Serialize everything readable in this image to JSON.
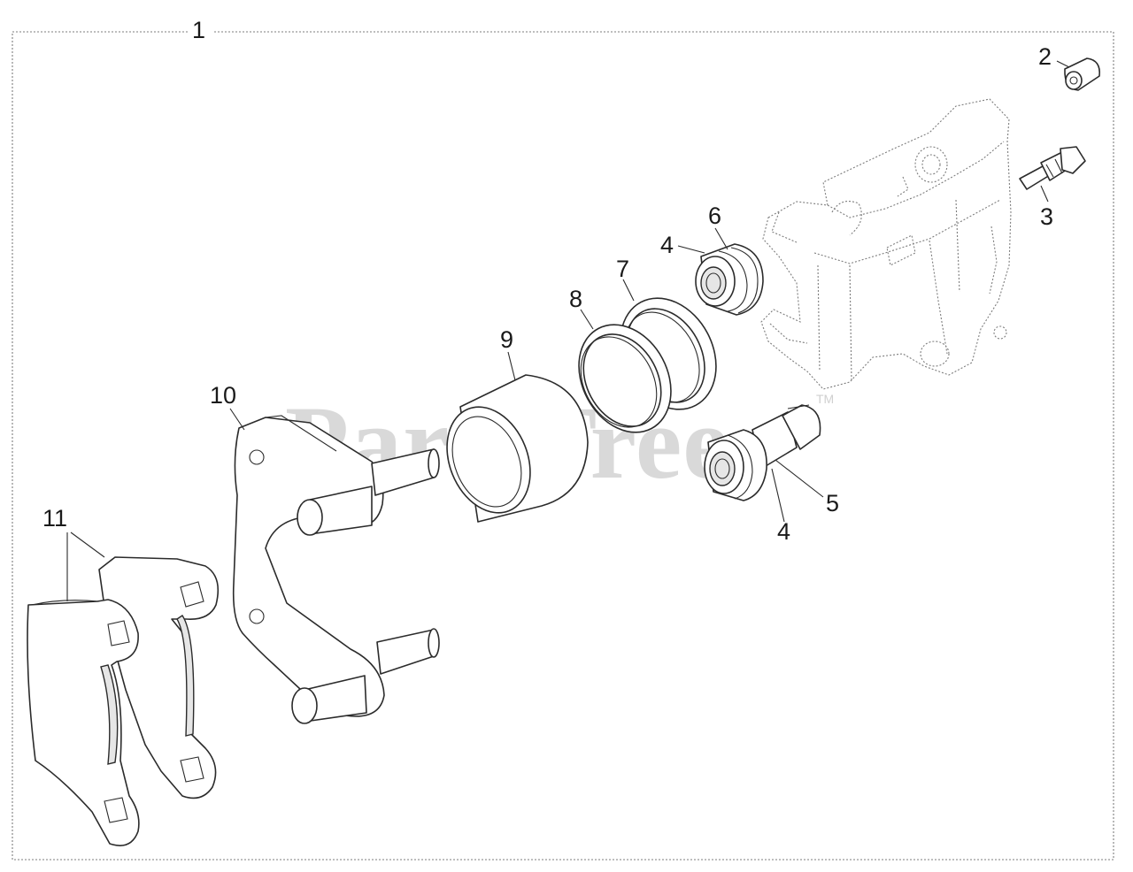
{
  "diagram": {
    "assembly_label": "1",
    "watermark": "PartsTree",
    "watermark_mark": "TM",
    "callouts": {
      "c2": "2",
      "c3": "3",
      "c4a": "4",
      "c6": "6",
      "c7": "7",
      "c8": "8",
      "c9": "9",
      "c10": "10",
      "c5": "5",
      "c4b": "4",
      "c11": "11"
    }
  }
}
